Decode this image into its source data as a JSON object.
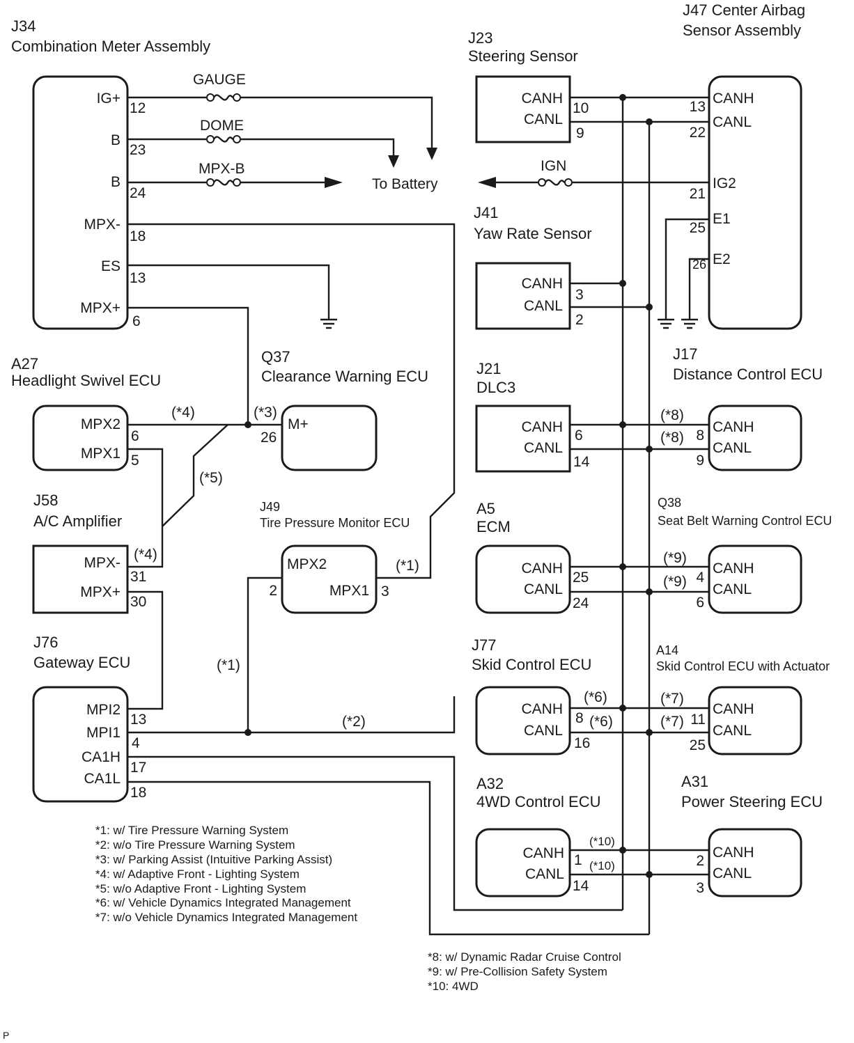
{
  "components": {
    "j34": {
      "code": "J34",
      "name": "Combination Meter Assembly"
    },
    "j47": {
      "code": "J47 Center Airbag",
      "name": "Sensor Assembly"
    },
    "j23": {
      "code": "J23",
      "name": "Steering Sensor"
    },
    "j41": {
      "code": "J41",
      "name": "Yaw Rate Sensor"
    },
    "j21": {
      "code": "J21",
      "name": "DLC3"
    },
    "j17": {
      "code": "J17",
      "name": "Distance Control ECU"
    },
    "a27": {
      "code": "A27",
      "name": "Headlight Swivel ECU"
    },
    "q37": {
      "code": "Q37",
      "name": "Clearance Warning ECU"
    },
    "j58": {
      "code": "J58",
      "name": "A/C Amplifier"
    },
    "j49": {
      "code": "J49",
      "name": "Tire Pressure Monitor ECU"
    },
    "a5": {
      "code": "A5",
      "name": "ECM"
    },
    "q38": {
      "code": "Q38",
      "name": "Seat Belt Warning Control ECU"
    },
    "j76": {
      "code": "J76",
      "name": "Gateway ECU"
    },
    "j77": {
      "code": "J77",
      "name": "Skid Control ECU"
    },
    "a14": {
      "code": "A14",
      "name": "Skid Control ECU with Actuator"
    },
    "a32": {
      "code": "A32",
      "name": "4WD Control ECU"
    },
    "a31": {
      "code": "A31",
      "name": "Power Steering ECU"
    }
  },
  "fuses": {
    "gauge": "GAUGE",
    "dome": "DOME",
    "mpxb": "MPX-B",
    "ign": "IGN"
  },
  "to_battery": "To Battery",
  "signals": {
    "ig_plus": "IG+",
    "b": "B",
    "mpx_minus": "MPX-",
    "es": "ES",
    "mpx_plus": "MPX+",
    "canh": "CANH",
    "canl": "CANL",
    "ig2": "IG2",
    "e1": "E1",
    "e2": "E2",
    "mpx2": "MPX2",
    "mpx1": "MPX1",
    "m_plus": "M+",
    "mpi2": "MPI2",
    "mpi1": "MPI1",
    "ca1h": "CA1H",
    "ca1l": "CA1L"
  },
  "pins": {
    "j34_igp": "12",
    "j34_b1": "23",
    "j34_b2": "24",
    "j34_mpxm": "18",
    "j34_es": "13",
    "j34_mpxp": "6",
    "j23_canh": "10",
    "j23_canl": "9",
    "j47_canh": "13",
    "j47_canl": "22",
    "j47_ig2": "21",
    "j47_e1": "25",
    "j47_e2": "26",
    "j41_canh": "3",
    "j41_canl": "2",
    "j21_canh": "6",
    "j21_canl": "14",
    "j17_canh": "8",
    "j17_canl": "9",
    "a27_mpx2": "6",
    "a27_mpx1": "5",
    "q37_mplus": "26",
    "j58_mpxm": "31",
    "j58_mpxp": "30",
    "j49_mpx2": "2",
    "j49_mpx1": "3",
    "a5_canh": "25",
    "a5_canl": "24",
    "q38_canh": "4",
    "q38_canl": "6",
    "j76_mpi2": "13",
    "j76_mpi1": "4",
    "j76_ca1h": "17",
    "j76_ca1l": "18",
    "j77_canh": "8",
    "j77_canl": "16",
    "a14_canh": "11",
    "a14_canl": "25",
    "a32_canh": "1",
    "a32_canl": "14",
    "a31_canh": "2",
    "a31_canl": "3"
  },
  "markers": {
    "m1": "(*1)",
    "m2": "(*2)",
    "m3": "(*3)",
    "m4": "(*4)",
    "m5": "(*5)",
    "m6": "(*6)",
    "m7": "(*7)",
    "m8": "(*8)",
    "m9": "(*9)",
    "m10": "(*10)"
  },
  "notes_left": [
    "*1: w/ Tire Pressure Warning System",
    "*2: w/o Tire Pressure Warning System",
    "*3: w/ Parking Assist (Intuitive Parking Assist)",
    "*4: w/ Adaptive Front - Lighting System",
    "*5: w/o Adaptive Front - Lighting System",
    "*6: w/ Vehicle Dynamics Integrated Management",
    "*7: w/o Vehicle Dynamics Integrated Management"
  ],
  "notes_right": [
    "*8: w/ Dynamic Radar Cruise Control",
    "*9: w/ Pre-Collision Safety System",
    "*10: 4WD"
  ],
  "corner_mark": "P"
}
